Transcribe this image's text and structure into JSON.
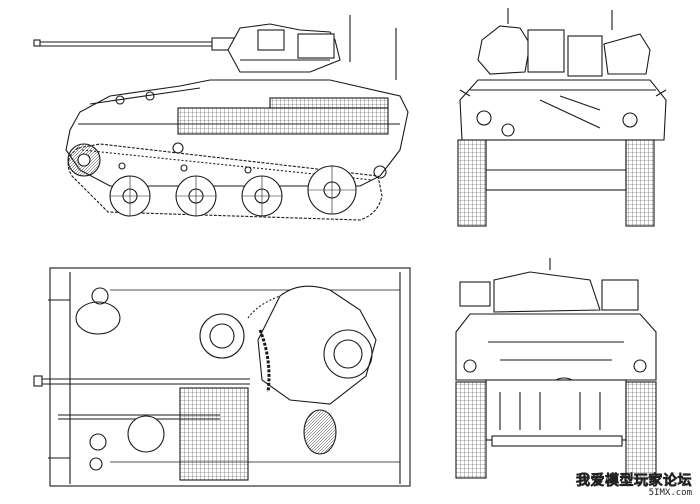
{
  "drawing": {
    "subject": "tracked light armoured vehicle, four-view line drawing",
    "views": [
      {
        "id": "side",
        "name": "left side elevation"
      },
      {
        "id": "front",
        "name": "front elevation"
      },
      {
        "id": "top",
        "name": "plan view"
      },
      {
        "id": "rear",
        "name": "rear elevation"
      }
    ],
    "colors": {
      "line": "#1a1a1a",
      "paper": "#ffffff",
      "mesh": "#444444"
    }
  },
  "watermark": {
    "text": "我爱模型玩家论坛",
    "site": "5IMX.com"
  }
}
